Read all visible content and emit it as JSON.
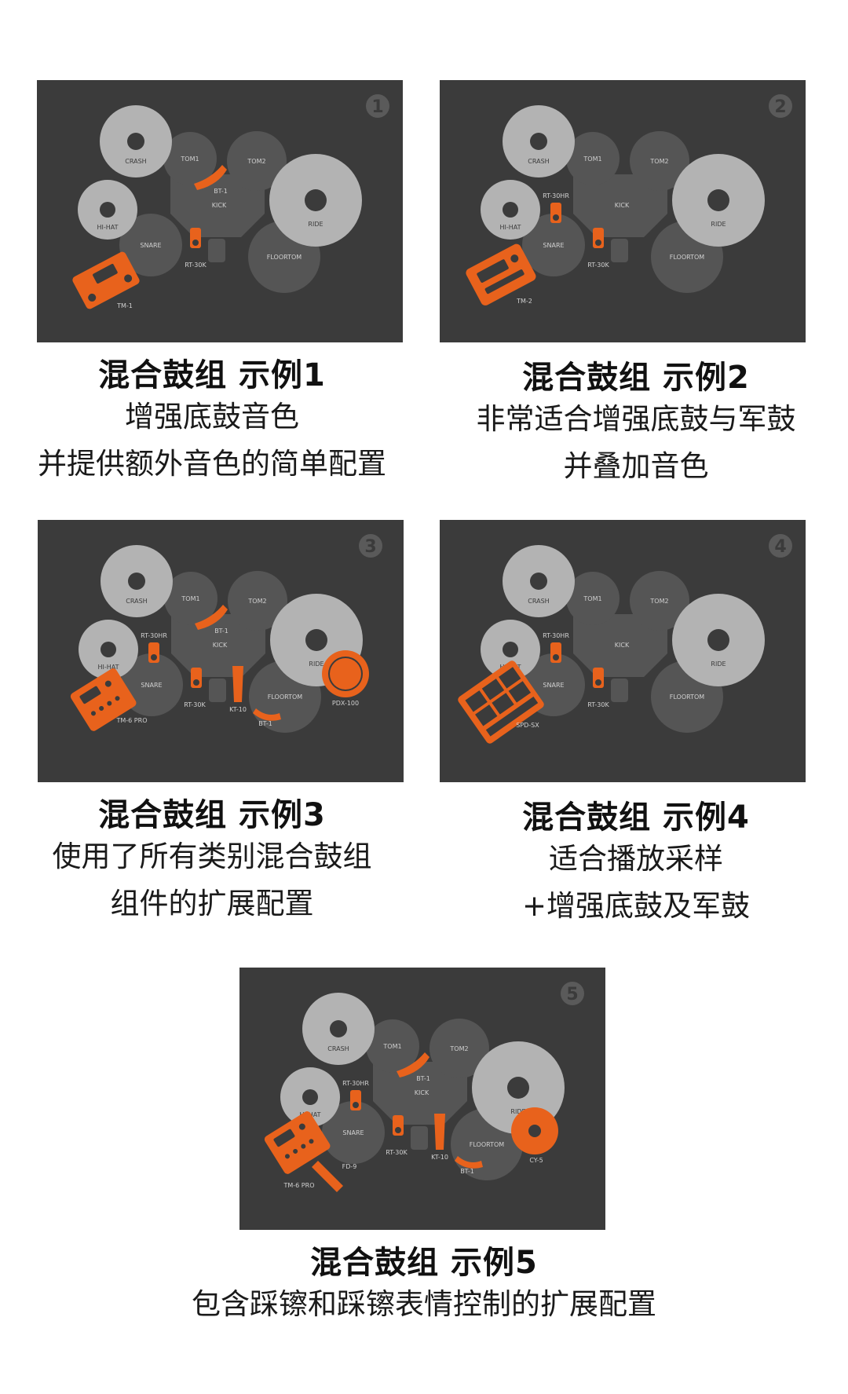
{
  "colors": {
    "panel_bg": "#3b3b3b",
    "pad_dark": "#555555",
    "pad_light": "#b3b3b3",
    "accent": "#e8621c"
  },
  "examples": [
    {
      "badge": "1",
      "title": "混合鼓组 示例1",
      "lines": [
        "增强底鼓音色",
        "并提供额外音色的简单配置"
      ],
      "labels": {
        "crash": "CRASH",
        "tom1": "TOM1",
        "tom2": "TOM2",
        "hihat": "HI-HAT",
        "kick": "KICK",
        "ride": "RIDE",
        "snare": "SNARE",
        "floortom": "FLOORTOM",
        "bt1": "BT-1",
        "rt30k": "RT-30K",
        "module": "TM-1"
      }
    },
    {
      "badge": "2",
      "title": "混合鼓组 示例2",
      "lines": [
        "非常适合增强底鼓与军鼓",
        "并叠加音色"
      ],
      "labels": {
        "crash": "CRASH",
        "tom1": "TOM1",
        "tom2": "TOM2",
        "hihat": "HI-HAT",
        "kick": "KICK",
        "ride": "RIDE",
        "snare": "SNARE",
        "floortom": "FLOORTOM",
        "rt30hr": "RT-30HR",
        "rt30k": "RT-30K",
        "module": "TM-2"
      }
    },
    {
      "badge": "3",
      "title": "混合鼓组 示例3",
      "lines": [
        "使用了所有类别混合鼓组",
        "组件的扩展配置"
      ],
      "labels": {
        "crash": "CRASH",
        "tom1": "TOM1",
        "tom2": "TOM2",
        "hihat": "HI-HAT",
        "kick": "KICK",
        "ride": "RIDE",
        "snare": "SNARE",
        "floortom": "FLOORTOM",
        "rt30hr": "RT-30HR",
        "bt1": "BT-1",
        "rt30k": "RT-30K",
        "kt10": "KT-10",
        "bt1b": "BT-1",
        "pdx": "PDX-100",
        "module": "TM-6 PRO"
      }
    },
    {
      "badge": "4",
      "title": "混合鼓组 示例4",
      "lines": [
        "适合播放采样",
        "+增强底鼓及军鼓"
      ],
      "labels": {
        "crash": "CRASH",
        "tom1": "TOM1",
        "tom2": "TOM2",
        "hihat": "HI-HAT",
        "kick": "KICK",
        "ride": "RIDE",
        "snare": "SNARE",
        "floortom": "FLOORTOM",
        "rt30hr": "RT-30HR",
        "rt30k": "RT-30K",
        "module": "SPD-SX"
      }
    },
    {
      "badge": "5",
      "title": "混合鼓组 示例5",
      "lines": [
        "包含踩镲和踩镲表情控制的扩展配置"
      ],
      "labels": {
        "crash": "CRASH",
        "tom1": "TOM1",
        "tom2": "TOM2",
        "hihat": "HI-HAT",
        "kick": "KICK",
        "ride": "RIDE",
        "snare": "SNARE",
        "floortom": "FLOORTOM",
        "rt30hr": "RT-30HR",
        "bt1": "BT-1",
        "rt30k": "RT-30K",
        "kt10": "KT-10",
        "bt1b": "BT-1",
        "cy5": "CY-5",
        "fd9": "FD-9",
        "module": "TM-6 PRO"
      }
    }
  ]
}
